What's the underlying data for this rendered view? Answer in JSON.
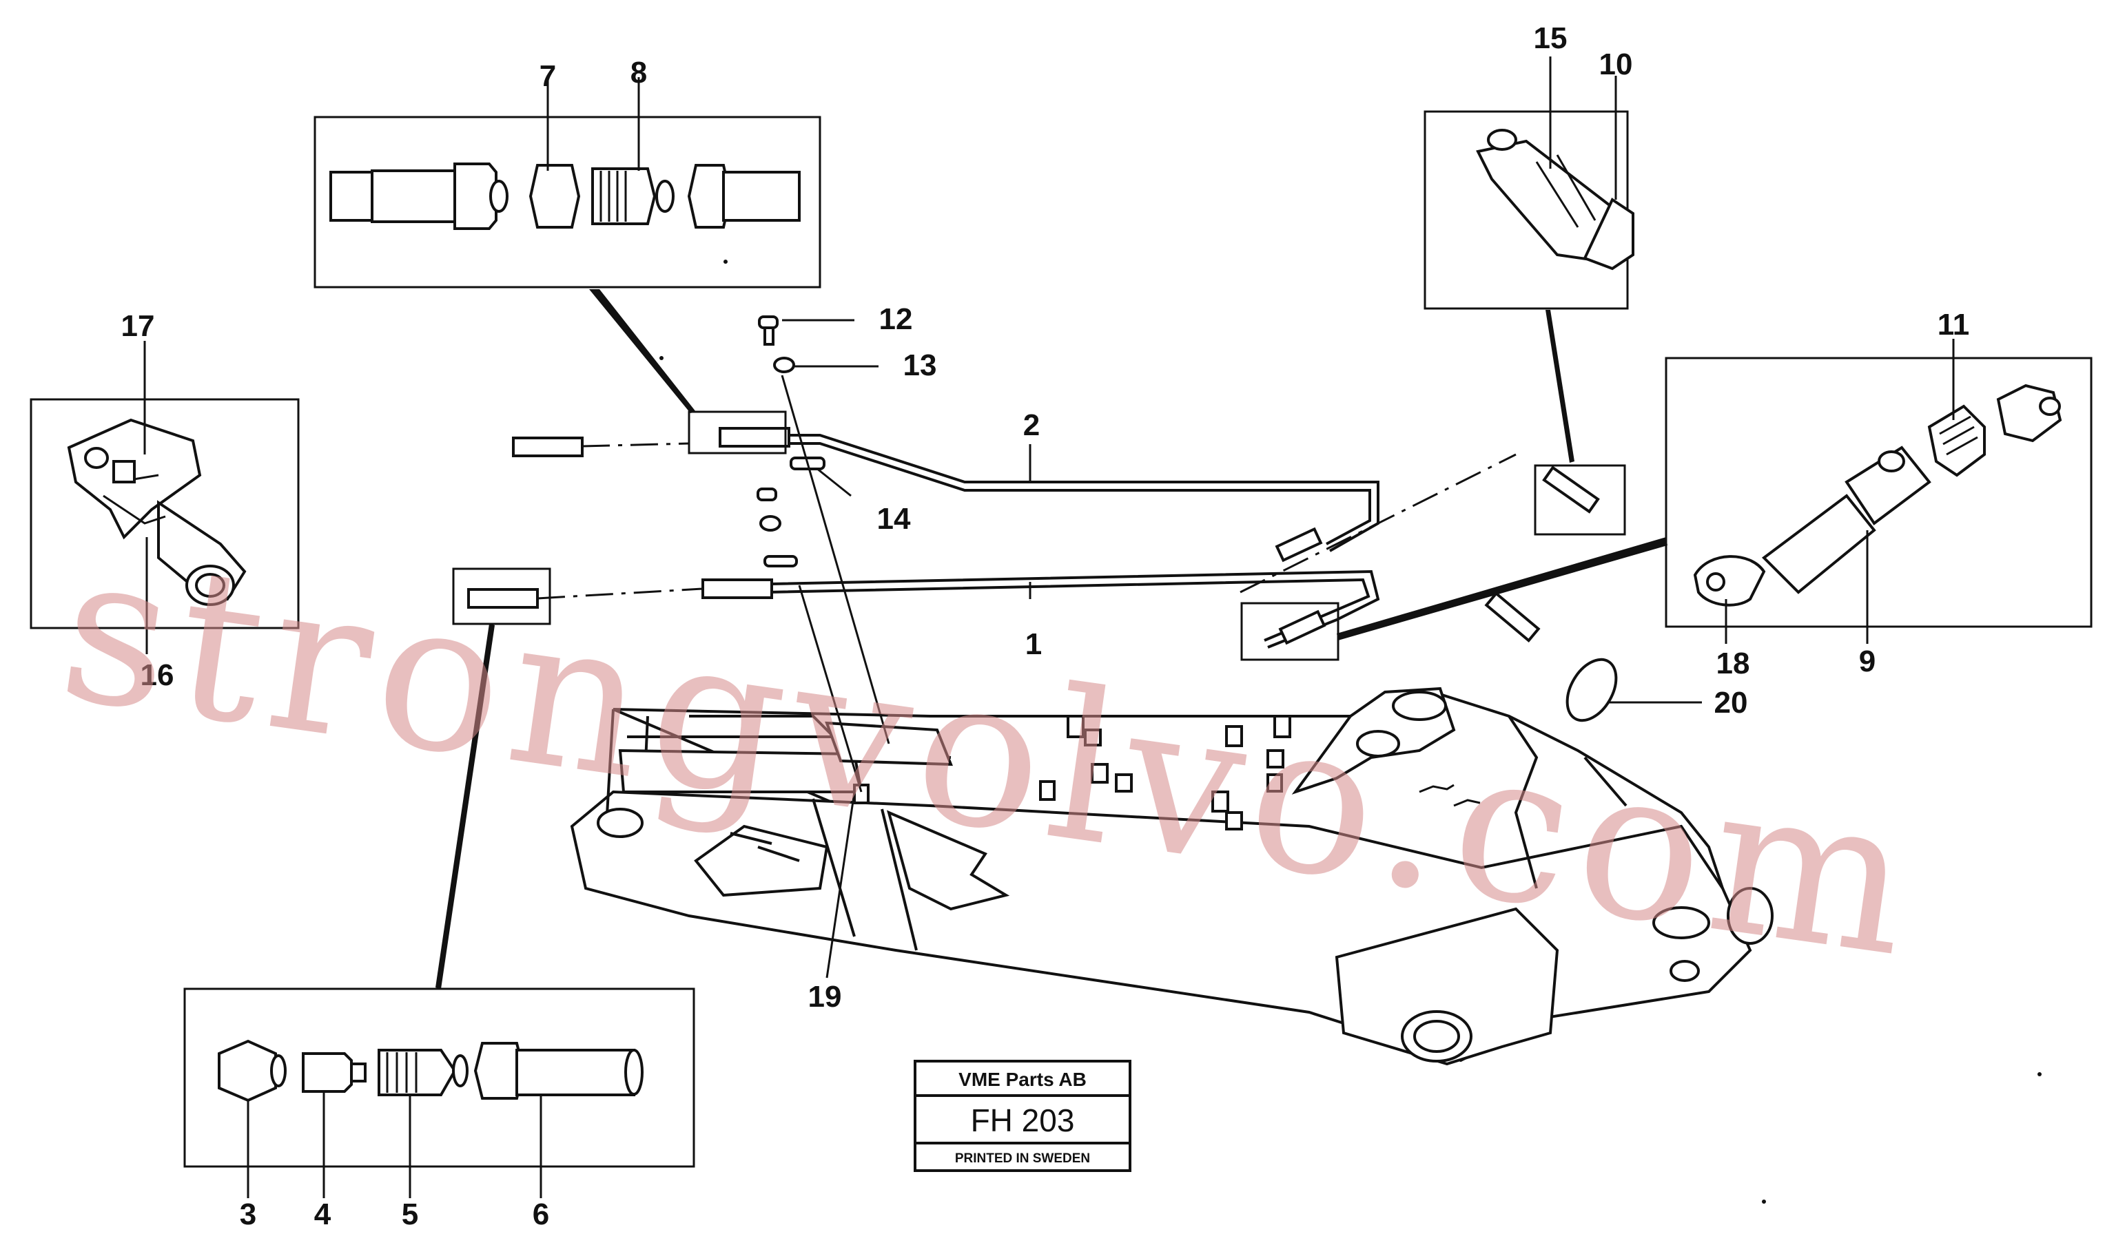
{
  "callouts": [
    {
      "id": "1",
      "label": "1"
    },
    {
      "id": "2",
      "label": "2"
    },
    {
      "id": "3",
      "label": "3"
    },
    {
      "id": "4",
      "label": "4"
    },
    {
      "id": "5",
      "label": "5"
    },
    {
      "id": "6",
      "label": "6"
    },
    {
      "id": "7",
      "label": "7"
    },
    {
      "id": "8",
      "label": "8"
    },
    {
      "id": "9",
      "label": "9"
    },
    {
      "id": "10",
      "label": "10"
    },
    {
      "id": "11",
      "label": "11"
    },
    {
      "id": "12",
      "label": "12"
    },
    {
      "id": "13",
      "label": "13"
    },
    {
      "id": "14",
      "label": "14"
    },
    {
      "id": "15",
      "label": "15"
    },
    {
      "id": "16",
      "label": "16"
    },
    {
      "id": "17",
      "label": "17"
    },
    {
      "id": "18",
      "label": "18"
    },
    {
      "id": "19",
      "label": "19"
    },
    {
      "id": "20",
      "label": "20"
    }
  ],
  "stamp": {
    "company": "VME Parts AB",
    "code": "FH 203",
    "printed": "PRINTED IN SWEDEN"
  },
  "watermark": {
    "text": "strongvolvo.com",
    "color": "#d58a8a"
  }
}
